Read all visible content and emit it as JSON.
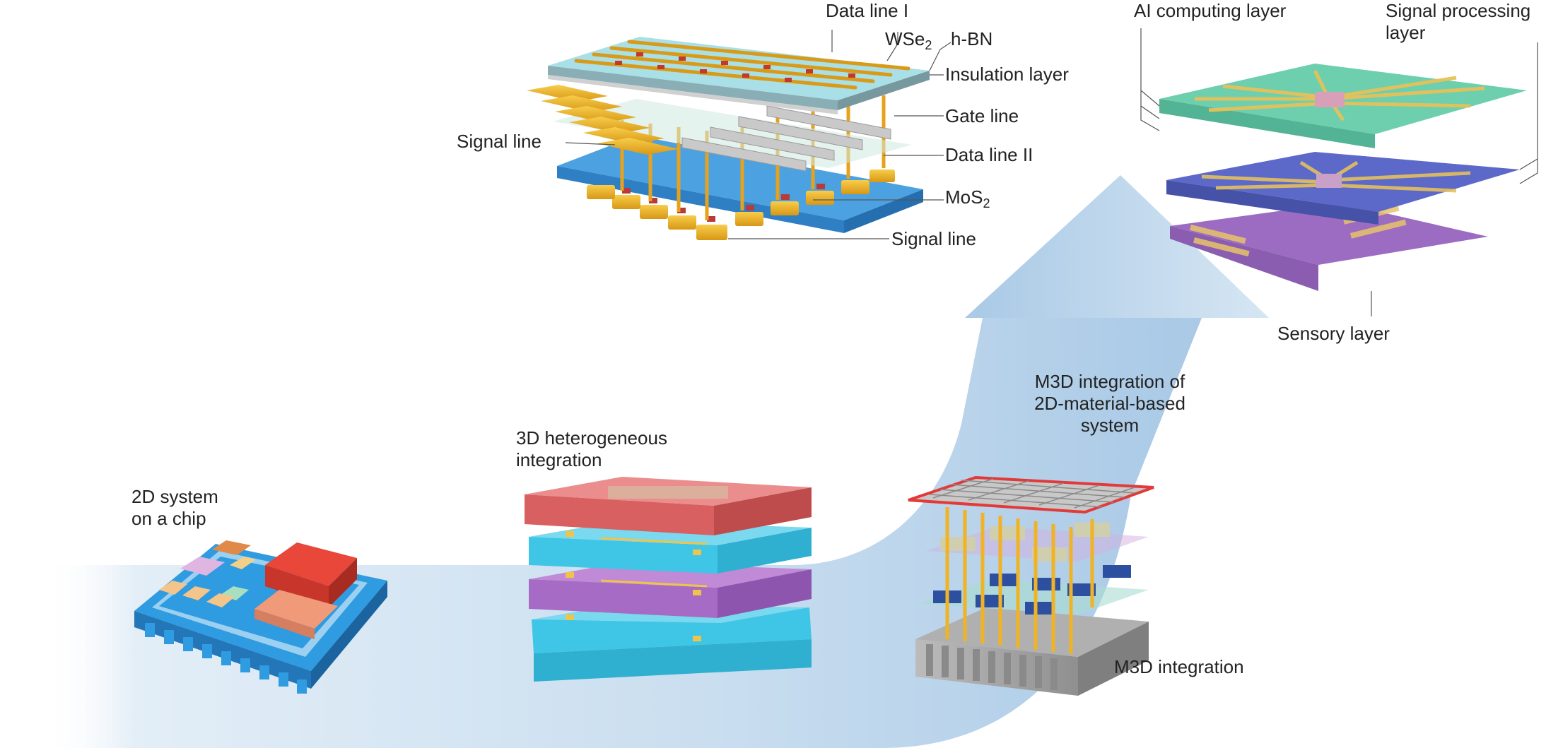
{
  "labels": {
    "data_line_1": "Data line I",
    "wse2_base": "WSe",
    "wse2_sub": "2",
    "hbn": "h-BN",
    "insulation_layer": "Insulation layer",
    "gate_line": "Gate line",
    "signal_line_left": "Signal line",
    "data_line_2": "Data line II",
    "mos2_base": "MoS",
    "mos2_sub": "2",
    "signal_line_bottom": "Signal line",
    "ai_computing_layer": "AI computing layer",
    "signal_processing_line1": "Signal processing",
    "signal_processing_line2": "layer",
    "sensory_layer": "Sensory layer",
    "m3d_system_line1": "M3D integration of",
    "m3d_system_line2": "2D-material-based",
    "m3d_system_line3": "system",
    "hetero_line1": "3D heterogeneous",
    "hetero_line2": "integration",
    "soc_line1": "2D system",
    "soc_line2": "on a chip",
    "m3d_integration": "M3D integration"
  },
  "colors": {
    "arrow": "#b9d3ea",
    "substrate_blue": "#3d8fd4",
    "insulation_cyan": "#a7dde4",
    "gold": "#f0b323",
    "chip_blue": "#2f9be0",
    "chip_red": "#e8473a",
    "layer_red": "#e36f6f",
    "layer_cyan": "#3fc6e6",
    "layer_purple": "#a66bc4",
    "ai_layer_green": "#6ccfb0",
    "sp_layer_indigo": "#5a65c8",
    "sensory_purple": "#9a6ac0",
    "m3d_gray": "#9a9a9a"
  }
}
